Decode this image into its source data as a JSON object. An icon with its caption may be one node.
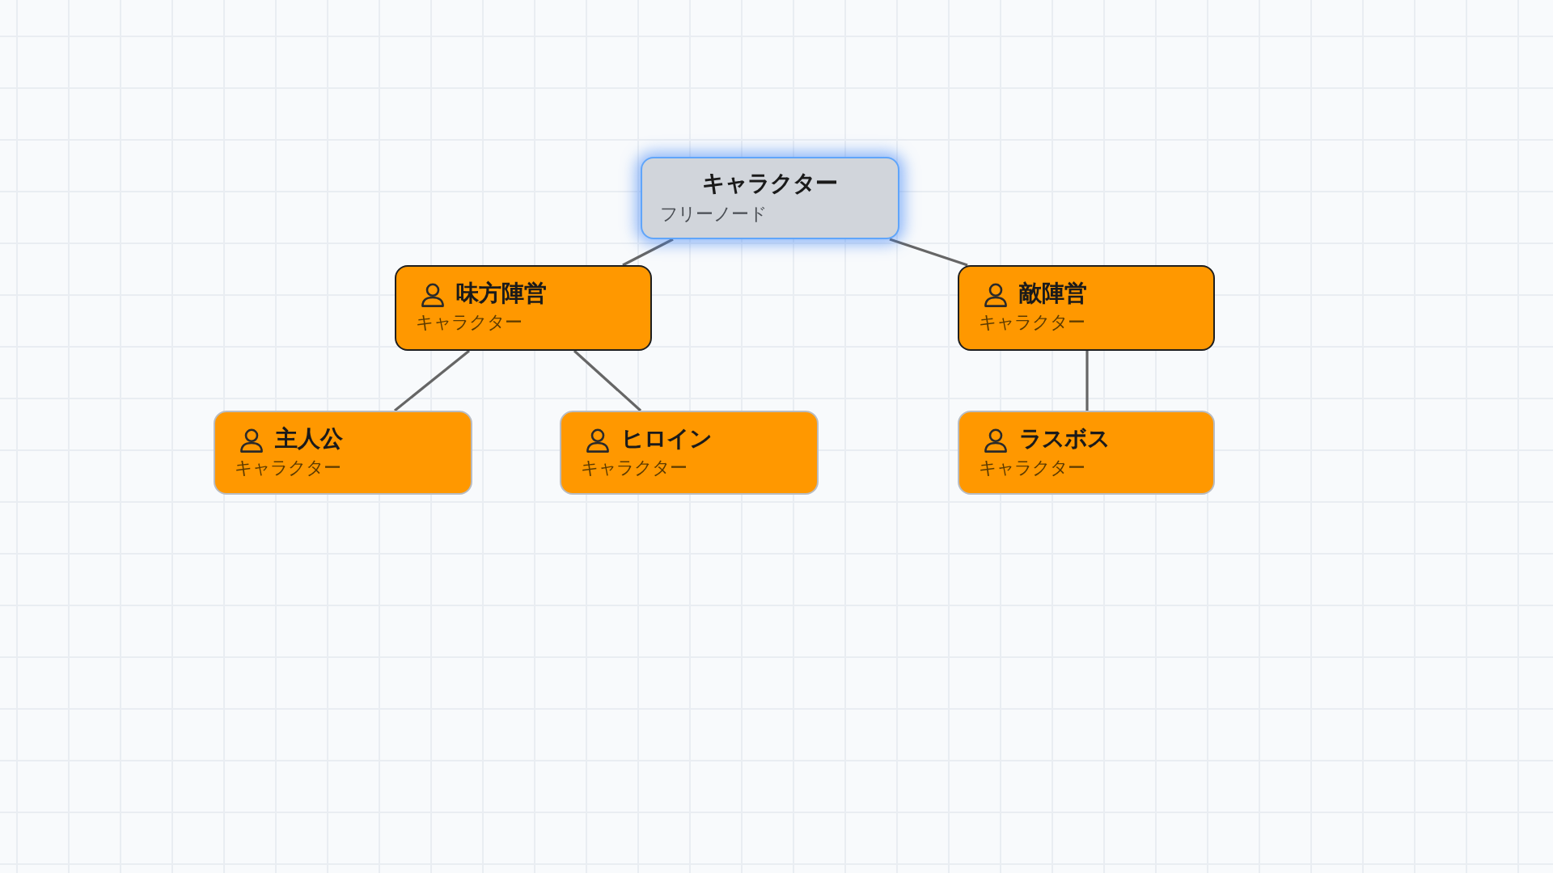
{
  "diagram": {
    "nodes": [
      {
        "text": [
          "キャラクター",
          "フリーノード"
        ]
      },
      {
        "text": [
          "味方陣営",
          "キャラクター"
        ]
      },
      {
        "text": [
          "敵陣営",
          "キャラクター"
        ]
      },
      {
        "text": [
          "主人公",
          "キャラクター"
        ]
      },
      {
        "text": [
          "ヒロイン",
          "キャラクター"
        ]
      },
      {
        "text": [
          "ラスボス",
          "キャラクター"
        ]
      }
    ],
    "edges": [
      {
        "from": 0,
        "to": 1,
        "arrow": "none"
      },
      {
        "from": 0,
        "to": 2,
        "arrow": "none"
      },
      {
        "from": 1,
        "to": 3,
        "arrow": "none"
      },
      {
        "from": 1,
        "to": 4,
        "arrow": "none"
      },
      {
        "from": 2,
        "to": 5,
        "arrow": "none"
      }
    ]
  }
}
